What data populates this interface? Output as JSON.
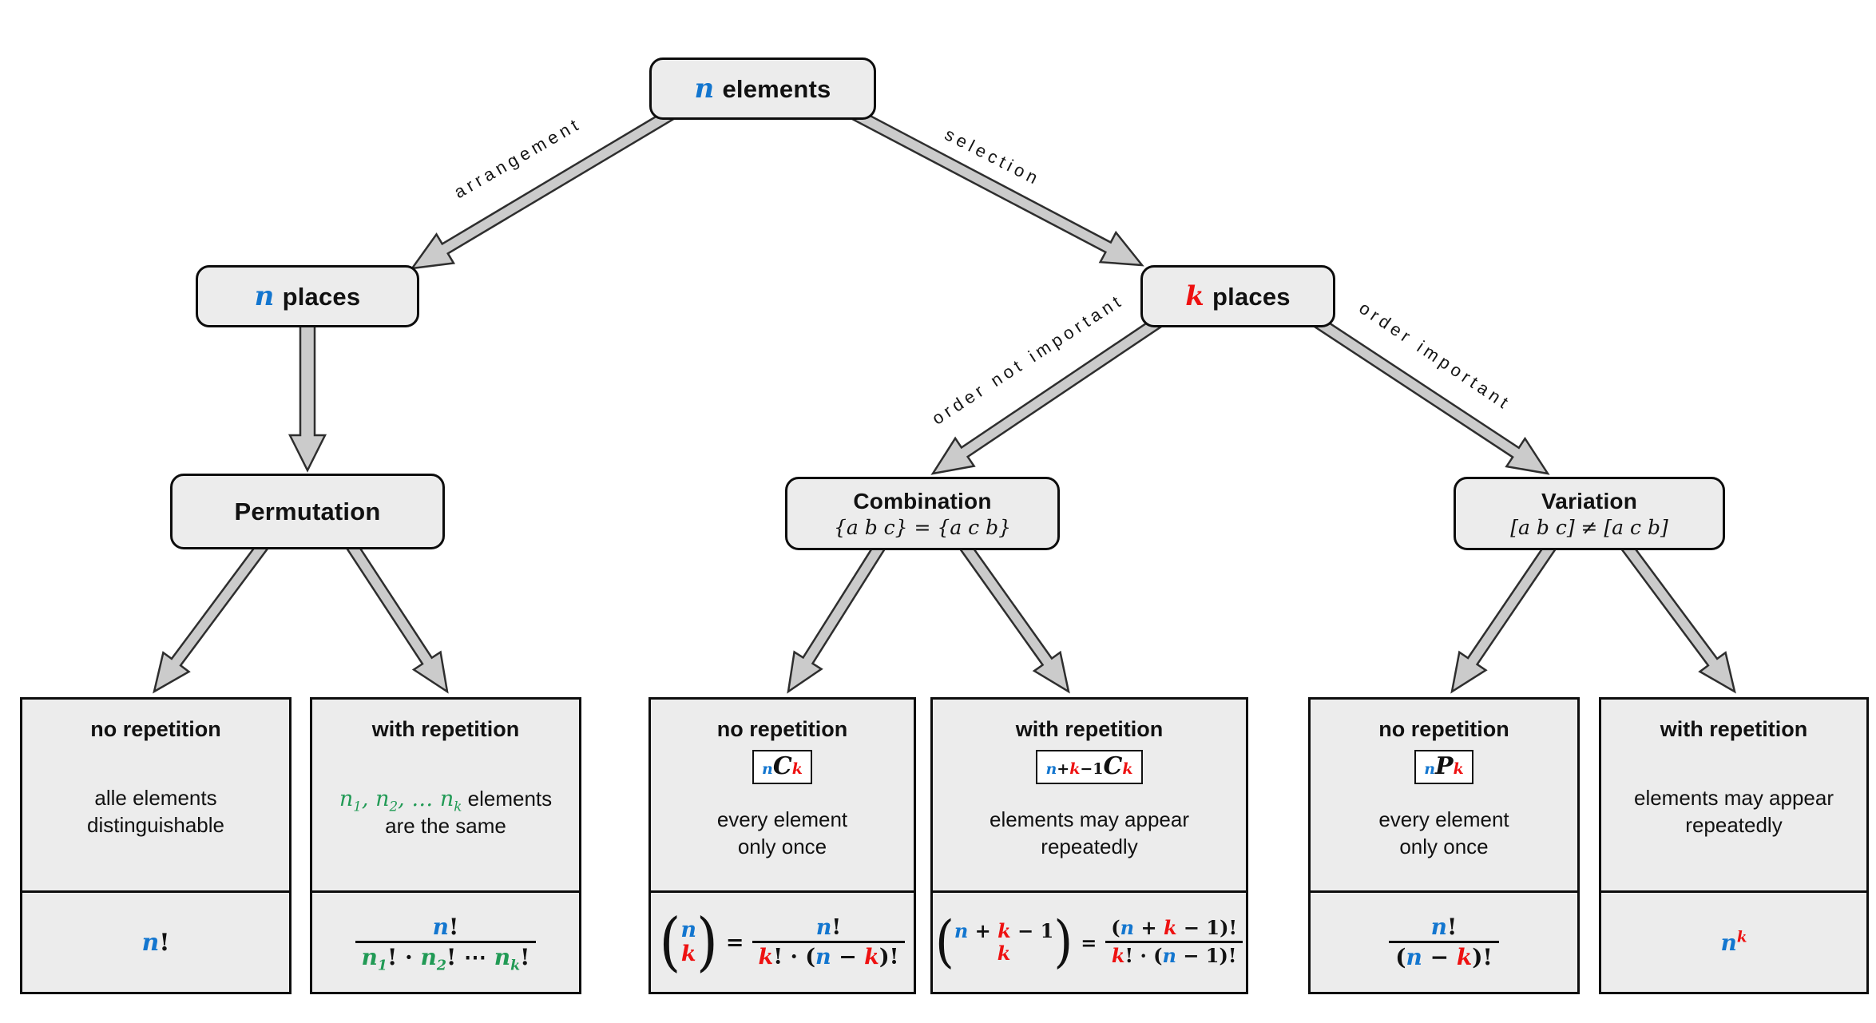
{
  "colors": {
    "blue": "#1376cf",
    "red": "#ee1111",
    "green": "#219a55",
    "node_fill": "#ececec",
    "arrow_fill": "#cbcbcb"
  },
  "sym": {
    "open": "(",
    "close": ")"
  },
  "root": {
    "v": "n",
    "label": "elements"
  },
  "edge_labels": {
    "arrangement": "arrangement",
    "selection": "selection",
    "not_important": "order not important",
    "important": "order important"
  },
  "n_places": {
    "v": "n",
    "label": "places"
  },
  "k_places": {
    "v": "k",
    "label": "places"
  },
  "permutation": {
    "title": "Permutation"
  },
  "combination": {
    "title": "Combination",
    "subtitle": "{a b c} = {a c b}"
  },
  "variation": {
    "title": "Variation",
    "subtitle": "[a b c] ≠ [a c b]"
  },
  "leaf1": {
    "heading": "no repetition",
    "line1": "alle elements",
    "line2": "distinguishable",
    "f_n": "n",
    "f_bang": "!"
  },
  "leaf2": {
    "heading": "with repetition",
    "d_n1": "n",
    "d_s1": "1",
    "d_c1": ", ",
    "d_n2": "n",
    "d_s2": "2",
    "d_c2": ", … ",
    "d_nk": "n",
    "d_sk": "k",
    "d_rest": " elements",
    "line2": "are the same",
    "f_num_n": "n",
    "f_num_bang": "!",
    "f_d_n1": "n",
    "f_d_s1": "1",
    "f_d_t1": "! · ",
    "f_d_n2": "n",
    "f_d_s2": "2",
    "f_d_t2": "! ⋯ ",
    "f_d_nk": "n",
    "f_d_sk": "k",
    "f_d_t3": "!"
  },
  "leaf3": {
    "heading": "no repetition",
    "badge_n": "n",
    "badge_C": "C",
    "badge_k": "k",
    "line1": "every element",
    "line2": "only once",
    "b_top": "n",
    "b_bot": "k",
    "eq": "=",
    "num_n": "n",
    "num_bang": "!",
    "den_k": "k",
    "den_t1": "! · (",
    "den_n": "n",
    "den_t2": " − ",
    "den_k2": "k",
    "den_t3": ")!"
  },
  "leaf4": {
    "heading": "with repetition",
    "badge_n": "n",
    "badge_p": "+",
    "badge_k": "k",
    "badge_m": "−1",
    "badge_C": "C",
    "badge_k2": "k",
    "line1": "elements may appear",
    "line2": "repeatedly",
    "bt_n": "n",
    "bt_p": " + ",
    "bt_k": "k",
    "bt_m": " − 1",
    "bb_k": "k",
    "eq": "=",
    "num_t0": "(",
    "num_n": "n",
    "num_p": " + ",
    "num_k": "k",
    "num_m": " − 1",
    "num_t1": ")!",
    "den_k": "k",
    "den_t1": "! · (",
    "den_n": "n",
    "den_t2": " − 1",
    "den_t3": ")!"
  },
  "leaf5": {
    "heading": "no repetition",
    "badge_n": "n",
    "badge_P": "P",
    "badge_k": "k",
    "line1": "every element",
    "line2": "only once",
    "num_n": "n",
    "num_bang": "!",
    "den_t0": "(",
    "den_n": "n",
    "den_t1": " − ",
    "den_k": "k",
    "den_t2": ")!"
  },
  "leaf6": {
    "heading": "with repetition",
    "line1": "elements may appear",
    "line2": "repeatedly",
    "f_n": "n",
    "f_k": "k"
  }
}
